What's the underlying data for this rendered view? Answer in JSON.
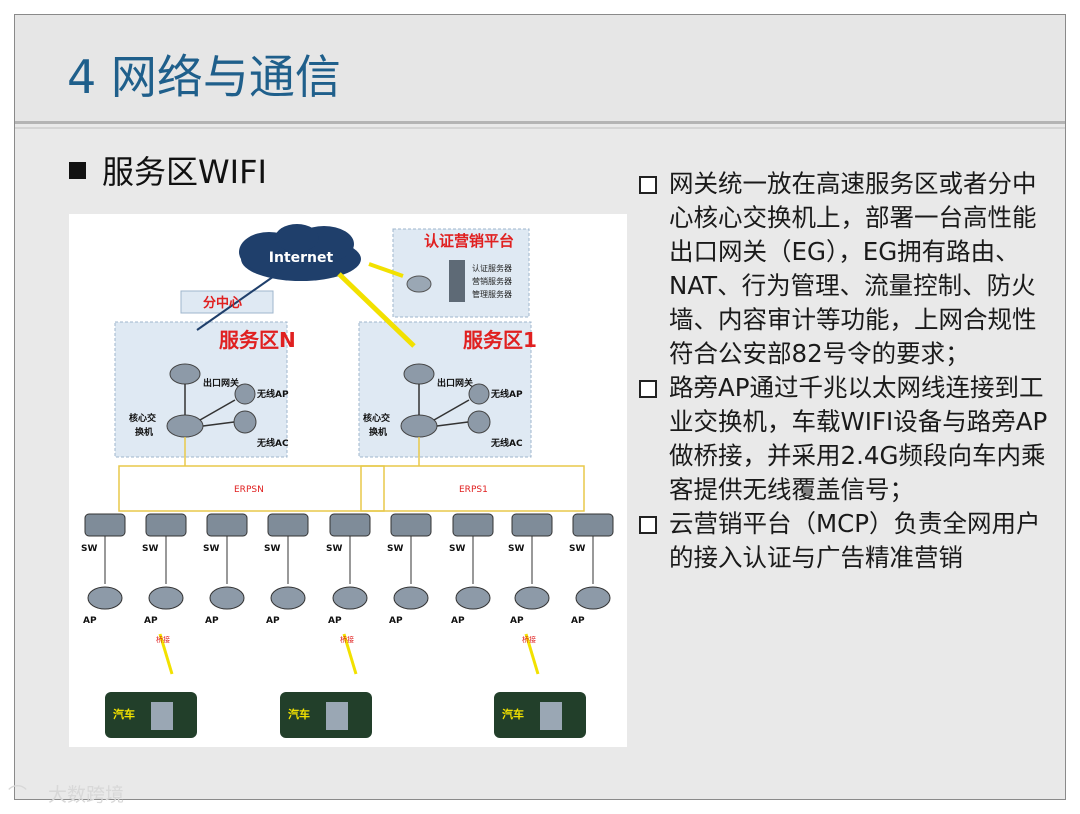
{
  "slide": {
    "title": "4 网络与通信",
    "subtitle": "服务区WIFI"
  },
  "bullets": [
    "网关统一放在高速服务区或者分中心核心交换机上，部署一台高性能出口网关（EG），EG拥有路由、NAT、行为管理、流量控制、防火墙、内容审计等功能，上网合规性符合公安部82号令的要求；",
    "路旁AP通过千兆以太网线连接到工业交换机，车载WIFI设备与路旁AP做桥接，并采用2.4G频段向车内乘客提供无线覆盖信号；",
    "云营销平台（MCP）负责全网用户的接入认证与广告精准营销"
  ],
  "diagram": {
    "internet": "Internet",
    "auth_platform": "认证营销平台",
    "auth_servers": [
      "认证服务器",
      "营销服务器",
      "管理服务器"
    ],
    "branch_center": "分中心",
    "zone_n": "服务区N",
    "zone_1": "服务区1",
    "egress_gw": "出口网关",
    "wireless_ap": "无线AP",
    "wireless_ac": "无线AC",
    "core_switch_line1": "核心交",
    "core_switch_line2": "换机",
    "erps_n": "ERPSN",
    "erps_1": "ERPS1",
    "sw": "SW",
    "ap": "AP",
    "car": "汽车",
    "bridge": "桥接"
  },
  "watermark": "大数跨境"
}
